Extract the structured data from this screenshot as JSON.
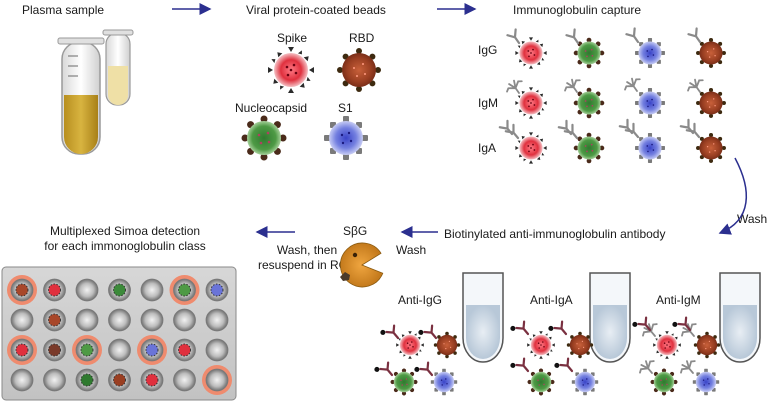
{
  "steps": {
    "plasma": "Plasma sample",
    "beads": "Viral protein-coated beads",
    "capture": "Immunoglobulin capture",
    "biotinylated": "Biotinylated anti-immunoglobulin antibody",
    "sbg": "SβG",
    "detection_line1": "Multiplexed Simoa detection",
    "detection_line2": "for each immonoglobulin class"
  },
  "wash": {
    "wash_right": "Wash",
    "wash_mid": "Wash",
    "wash_then_line1": "Wash, then",
    "wash_then_line2": "resuspend in RGP"
  },
  "bead_types": [
    "Spike",
    "RBD",
    "Nucleocapsid",
    "S1"
  ],
  "ig_classes": [
    "IgG",
    "IgM",
    "IgA"
  ],
  "antibodies": [
    "Anti-IgG",
    "Anti-IgA",
    "Anti-IgM"
  ],
  "colors": {
    "arrow": "#2b2f8f",
    "spike": "#e0303e",
    "rbd": "#a8472a",
    "nucleocapsid": "#3c8a3a",
    "s1": "#6a74d8",
    "plasma": "#c9a531",
    "rgp": "#d98a2b",
    "well_highlight": "#ef8b6e"
  },
  "icons": [
    "test-tube-icon",
    "bead-icon",
    "antibody-icon",
    "pacman-enzyme-icon",
    "microwell-array-icon"
  ]
}
